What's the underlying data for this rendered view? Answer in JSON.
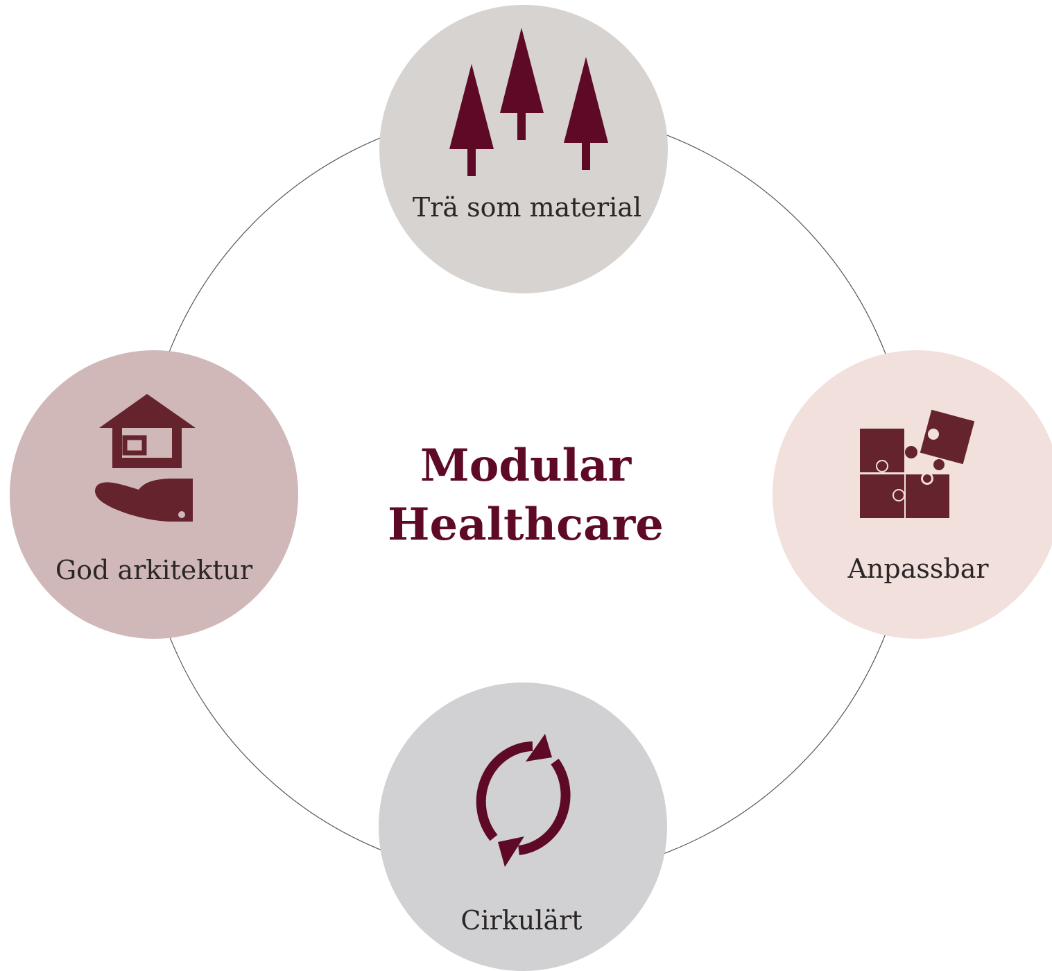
{
  "title": {
    "line1": "Modular",
    "line2": "Healthcare",
    "color": "#5e0a26"
  },
  "ring_color": "#555555",
  "nodes": [
    {
      "id": "top",
      "label": "Trä som material",
      "icon": "trees-icon",
      "fill": "#d7d3d0",
      "icon_color": "#5e0a26"
    },
    {
      "id": "right",
      "label": "Anpassbar",
      "icon": "puzzle-icon",
      "fill": "#f1e0dc",
      "icon_color": "#65232e"
    },
    {
      "id": "bottom",
      "label": "Cirkulärt",
      "icon": "recycle-arrows-icon",
      "fill": "#d1d1d3",
      "icon_color": "#5e0a26"
    },
    {
      "id": "left",
      "label": "God arkitektur",
      "icon": "house-in-hand-icon",
      "fill": "#d0b7b8",
      "icon_color": "#65232e"
    }
  ]
}
